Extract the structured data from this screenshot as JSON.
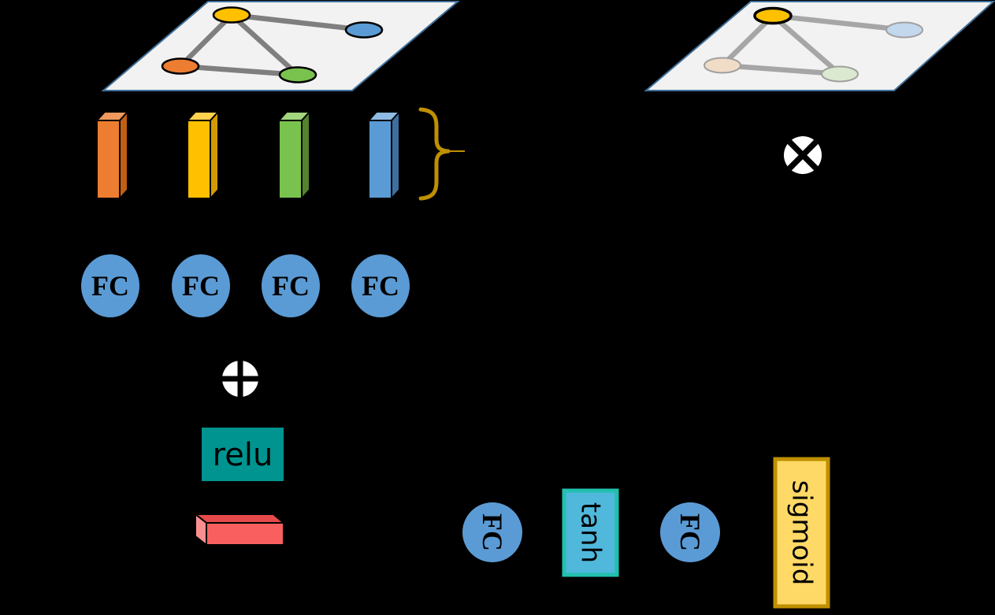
{
  "labels": {
    "fc": "FC",
    "relu": "relu",
    "tanh": "tanh",
    "sigmoid": "sigmoid"
  },
  "icons": {
    "sum": "circle-plus",
    "product": "circle-times",
    "brace": "curly-brace-right"
  },
  "left_graph": {
    "plane_fill": "#F2F2F2",
    "plane_stroke": "#41719C",
    "edge_color": "#7F7F7F",
    "nodes": {
      "yellow": "#FFC000",
      "blue": "#5B9BD5",
      "orange": "#ED7D31",
      "green": "#7AC24E"
    }
  },
  "right_graph": {
    "plane_fill": "#F2F2F2",
    "plane_stroke": "#41719C",
    "edge_color": "#A6A6A6",
    "nodes": {
      "yellow": "#FFC000",
      "blue_faded": "#C3D7ED",
      "orange_faded": "#F1DCC8",
      "green_faded": "#DBE9D0",
      "faded_stroke": "#A0A0A0"
    }
  },
  "bars": [
    {
      "name": "orange-feature-bar",
      "front": "#ED7D31",
      "top": "#F0995C",
      "side": "#C05F16"
    },
    {
      "name": "yellow-feature-bar",
      "front": "#FFC000",
      "top": "#FFD24D",
      "side": "#D29B00"
    },
    {
      "name": "green-feature-bar",
      "front": "#7AC24E",
      "top": "#A3D47E",
      "side": "#55822C"
    },
    {
      "name": "blue-feature-bar",
      "front": "#5B9BD5",
      "top": "#8FBCE4",
      "side": "#3E6F9F"
    }
  ],
  "brace": {
    "color": "#BF9000"
  },
  "fc_units": {
    "fill": "#5B9BD5",
    "text_color": "#000000"
  },
  "operators": {
    "circle_fill": "#FFFFFF",
    "cross_color": "#000000"
  },
  "relu_box": {
    "fill": "#009490"
  },
  "tanh_box": {
    "fill": "#4FB8DB",
    "border": "#21C0AE"
  },
  "sigmoid_box": {
    "fill": "#FFD966",
    "border": "#BF9000"
  },
  "red_bar": {
    "front": "#FA5F5F",
    "top": "#E64A4A",
    "side": "#FB8F8F"
  },
  "background": "#000000"
}
